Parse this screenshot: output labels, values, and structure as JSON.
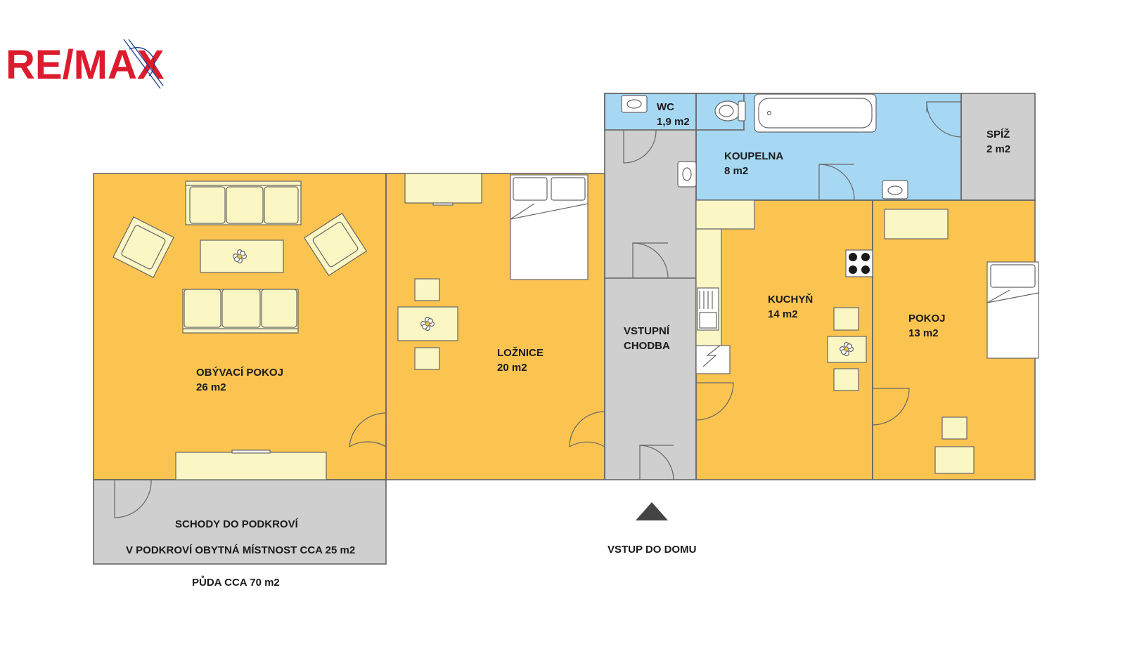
{
  "logo": {
    "text": "RE/MAX"
  },
  "colors": {
    "living": "#fbc451",
    "service": "#cfcfcf",
    "bath": "#a6d8f4",
    "furniture": "#fbf7c4",
    "brand_red": "#dc1c2e",
    "brand_blue": "#1b3e8c",
    "wall": "#666666"
  },
  "rooms": {
    "wc": {
      "name": "WC",
      "area": "1,9 m2"
    },
    "koupelna": {
      "name": "KOUPELNA",
      "area": "8 m2"
    },
    "spiz": {
      "name": "SPÍŽ",
      "area": "2 m2"
    },
    "obyvaci": {
      "name": "OBÝVACÍ POKOJ",
      "area": "26 m2"
    },
    "loznice": {
      "name": "LOŽNICE",
      "area": "20 m2"
    },
    "chodba": {
      "name_line1": "VSTUPNÍ",
      "name_line2": "CHODBA"
    },
    "kuchyn": {
      "name": "KUCHYŇ",
      "area": "14 m2"
    },
    "pokoj": {
      "name": "POKOJ",
      "area": "13 m2"
    },
    "schody": {
      "line1": "SCHODY DO PODKROVÍ",
      "line2": "V PODKROVÍ OBYTNÁ MÍSTNOST CCA 25 m2"
    }
  },
  "notes": {
    "puda": "PŮDA CCA 70 m2",
    "entrance": "VSTUP DO DOMU"
  },
  "icons": {
    "entrance_arrow": "triangle-up-icon",
    "decor": "flower-icon"
  }
}
